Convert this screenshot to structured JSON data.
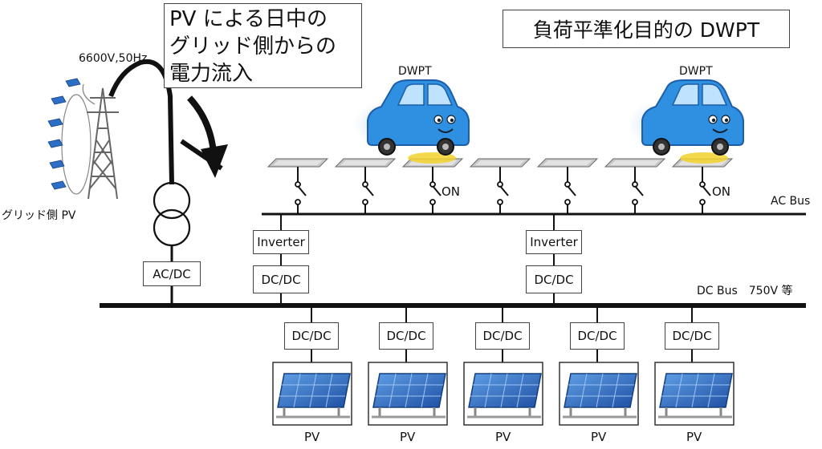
{
  "callout": {
    "line1": "PV による日中の",
    "line2": "グリッド側からの",
    "line3": "電力流入"
  },
  "title": "負荷平準化目的の DWPT",
  "grid": {
    "voltage_label": "6600V,50Hz",
    "pv_label": "グリッド側 PV"
  },
  "buses": {
    "ac_label": "AC Bus",
    "dc_label": "DC Bus　750V 等"
  },
  "dwpt_labels": [
    "DWPT",
    "DWPT"
  ],
  "switch_on_labels": [
    "ON",
    "ON"
  ],
  "converters": {
    "grid_acdc": "AC/DC",
    "inverter_1": "Inverter",
    "inverter_2": "Inverter",
    "dcdc_1": "DC/DC",
    "dcdc_2": "DC/DC"
  },
  "pv_units": [
    {
      "converter": "DC/DC",
      "label": "PV"
    },
    {
      "converter": "DC/DC",
      "label": "PV"
    },
    {
      "converter": "DC/DC",
      "label": "PV"
    },
    {
      "converter": "DC/DC",
      "label": "PV"
    },
    {
      "converter": "DC/DC",
      "label": "PV"
    }
  ],
  "colors": {
    "line": "#111111",
    "car_body": "#2f8fe0",
    "car_dark": "#1e5ea8",
    "coil_yellow": "#f2d22e",
    "panel_blue": "#2d6fc7",
    "road_pad": "#b8b8b8"
  }
}
